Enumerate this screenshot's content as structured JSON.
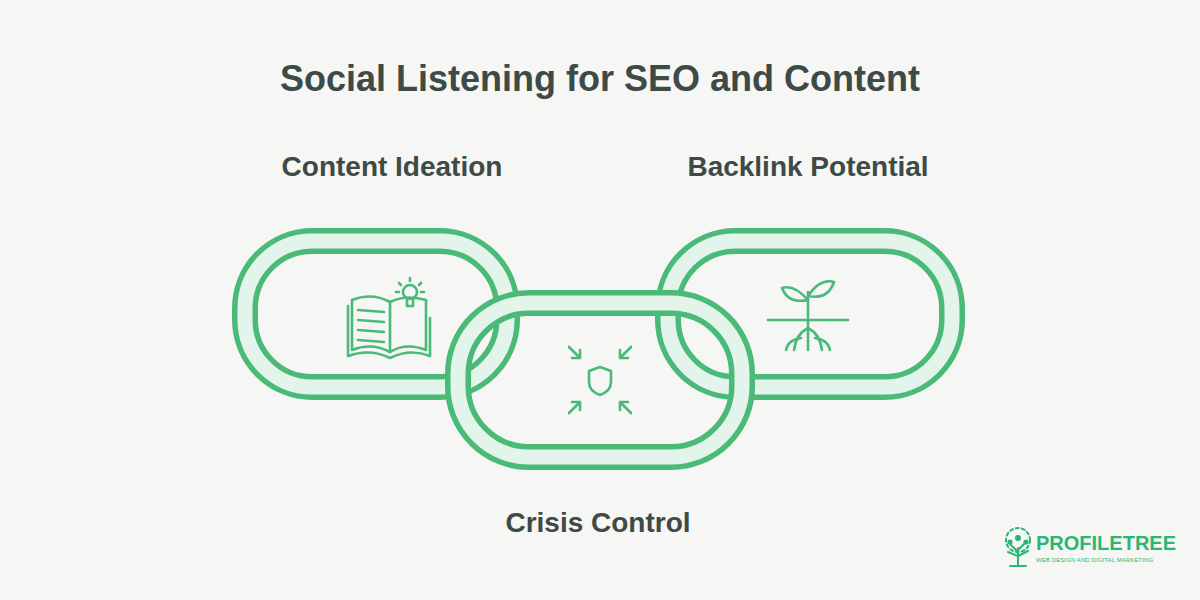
{
  "diagram": {
    "title": "Social Listening for SEO and Content",
    "nodes": [
      {
        "text": [
          "Content Ideation"
        ]
      },
      {
        "text": [
          "Crisis Control"
        ]
      },
      {
        "text": [
          "Backlink Potential"
        ]
      }
    ],
    "labels": [
      "PROFILETREE",
      "WEB DESIGN AND DIGITAL MARKETING"
    ]
  }
}
